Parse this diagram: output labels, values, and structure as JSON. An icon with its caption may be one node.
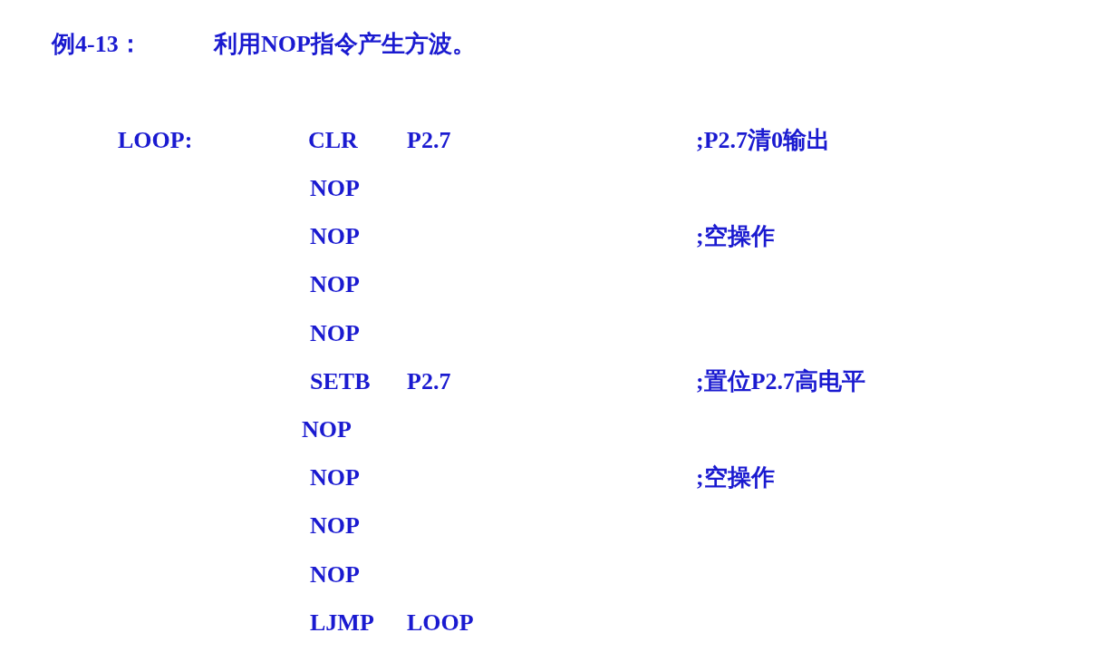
{
  "diagram": {
    "title": "例4-13：",
    "labels": [
      "利用NOP指令产生方波。",
      "LOOP:",
      "CLR",
      "P2.7",
      ";P2.7清0输出",
      "NOP",
      "NOP",
      ";空操作",
      "NOP",
      "NOP",
      "SETB",
      "P2.7",
      ";置位P2.7高电平",
      "NOP",
      "NOP",
      ";空操作",
      "NOP",
      "NOP",
      "LJMP",
      "LOOP"
    ]
  }
}
